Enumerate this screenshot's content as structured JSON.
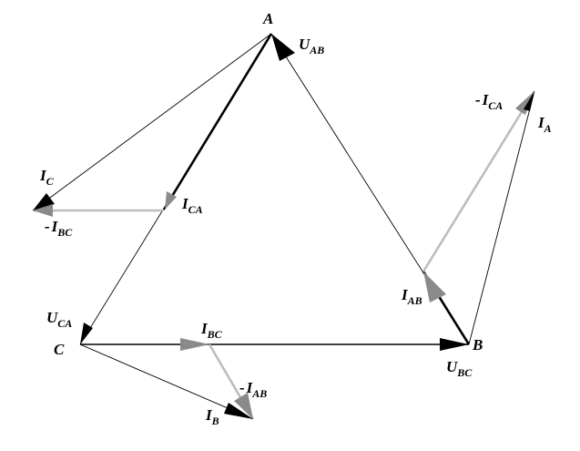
{
  "colors": {
    "black": "#000000",
    "gray_arrow": "#8a8a8a",
    "light_gray_line": "#bdbdbd"
  },
  "points": {
    "A": "A",
    "B": "B",
    "C": "C"
  },
  "vectors": {
    "U_AB": {
      "main": "U",
      "sub": "AB",
      "prefix": ""
    },
    "U_BC": {
      "main": "U",
      "sub": "BC",
      "prefix": ""
    },
    "U_CA": {
      "main": "U",
      "sub": "CA",
      "prefix": ""
    },
    "I_AB": {
      "main": "I",
      "sub": "AB",
      "prefix": ""
    },
    "I_BC": {
      "main": "I",
      "sub": "BC",
      "prefix": ""
    },
    "I_CA": {
      "main": "I",
      "sub": "CA",
      "prefix": ""
    },
    "I_A": {
      "main": "I",
      "sub": "A",
      "prefix": ""
    },
    "I_B": {
      "main": "I",
      "sub": "B",
      "prefix": ""
    },
    "I_C": {
      "main": "I",
      "sub": "C",
      "prefix": ""
    },
    "neg_I_AB": {
      "main": "I",
      "sub": "AB",
      "prefix": "-"
    },
    "neg_I_BC": {
      "main": "I",
      "sub": "BC",
      "prefix": "-"
    },
    "neg_I_CA": {
      "main": "I",
      "sub": "CA",
      "prefix": "-"
    }
  }
}
